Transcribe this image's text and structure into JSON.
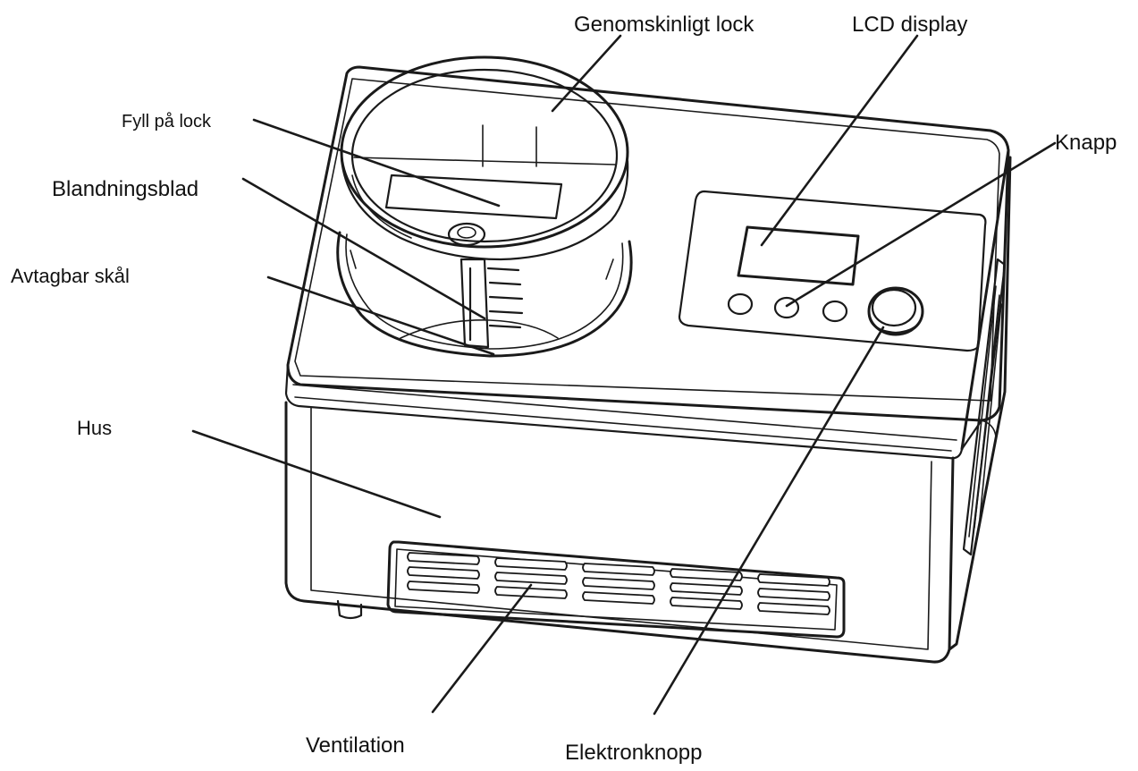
{
  "labels": {
    "transparent_lid": "Genomskinligt lock",
    "lcd_display": "LCD display",
    "fill_lid": "Fyll på lock",
    "button": "Knapp",
    "mixing_blade": "Blandningsblad",
    "removable_bowl": "Avtagbar skål",
    "housing": "Hus",
    "ventilation": "Ventilation",
    "power_knob": "Elektronknopp"
  },
  "colors": {
    "line": "#1a1a1a",
    "background": "#ffffff"
  }
}
